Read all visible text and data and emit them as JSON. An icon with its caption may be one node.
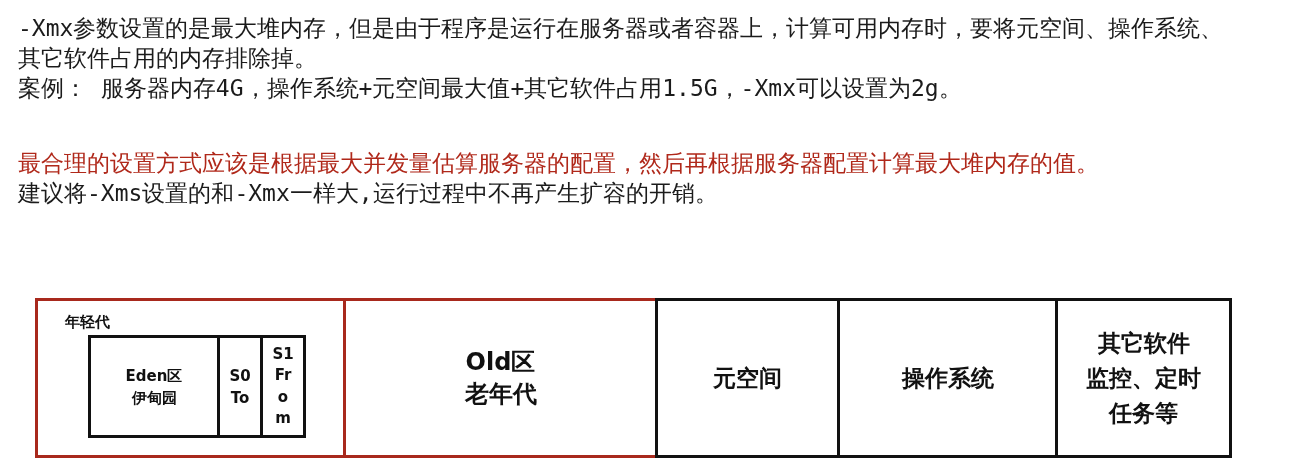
{
  "diagram": {
    "nodes": [
      {
        "text": [
          "年轻代"
        ]
      },
      {
        "text": [
          "Eden区",
          "伊甸园"
        ],
        "in": 0
      },
      {
        "text": [
          "S0",
          "To"
        ],
        "in": 0
      },
      {
        "text": [
          "S1",
          "From"
        ],
        "in": 0
      },
      {
        "text": [
          "Old区",
          "老年代"
        ]
      },
      {
        "text": [
          "元空间"
        ]
      },
      {
        "text": [
          "操作系统"
        ]
      },
      {
        "text": [
          "其它软件",
          "监控、定时任务等"
        ]
      }
    ],
    "labels": [
      "-Xmx参数设置的是最大堆内存，但是由于程序是运行在服务器或者容器上，计算可用内存时，要将元空间、操作系统、其它软件占用的内存排除掉。",
      "案例： 服务器内存4G，操作系统+元空间最大值+其它软件占用1.5G，-Xmx可以设置为2g。",
      "最合理的设置方式应该是根据最大并发量估算服务器的配置，然后再根据服务器配置计算最大堆内存的值。",
      "建议将-Xms设置的和-Xmx一样大,运行过程中不再产生扩容的开销。"
    ]
  }
}
